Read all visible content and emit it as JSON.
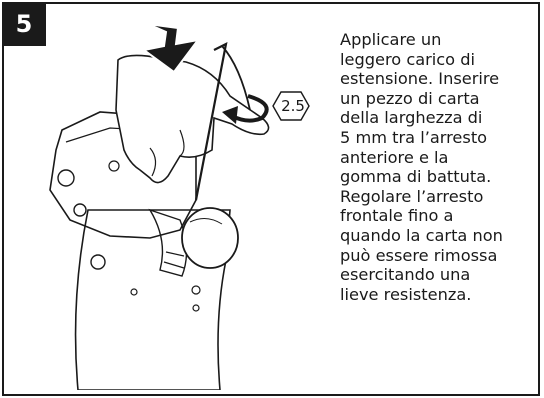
{
  "step": {
    "number": "5"
  },
  "tool_size_badge": "2.5",
  "instruction_lines": [
    "Applicare un",
    "leggero carico di",
    "estensione. Inserire",
    "un pezzo di carta",
    "della larghezza di",
    "5 mm tra l’arresto",
    "anteriore e la",
    "gomma di battuta.",
    "Regolare l’arresto",
    "frontale fino a",
    "quando la carta non",
    "può essere rimossa",
    "esercitando una",
    "lieve resistenza."
  ],
  "icons": [
    "down-arrow-icon",
    "allen-key-icon",
    "rotate-arrow-icon",
    "hexagon-badge-icon"
  ],
  "colors": {
    "ink": "#1a1a1a",
    "background": "#ffffff"
  }
}
